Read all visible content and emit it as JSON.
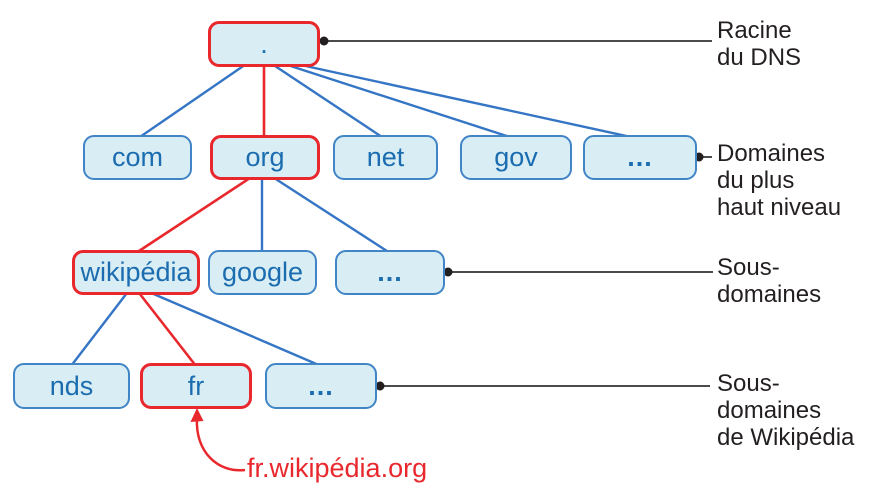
{
  "diagram": {
    "type": "dns-hierarchy-tree",
    "root": {
      "label": ".",
      "highlighted": true
    },
    "levels": {
      "tld": {
        "nodes": [
          {
            "label": "com",
            "highlighted": false
          },
          {
            "label": "org",
            "highlighted": true
          },
          {
            "label": "net",
            "highlighted": false
          },
          {
            "label": "gov",
            "highlighted": false
          },
          {
            "label": "...",
            "highlighted": false
          }
        ]
      },
      "subdomains": {
        "nodes": [
          {
            "label": "wikipédia",
            "highlighted": true
          },
          {
            "label": "google",
            "highlighted": false
          },
          {
            "label": "...",
            "highlighted": false
          }
        ]
      },
      "wikipedia_subdomains": {
        "nodes": [
          {
            "label": "nds",
            "highlighted": false
          },
          {
            "label": "fr",
            "highlighted": true
          },
          {
            "label": "...",
            "highlighted": false
          }
        ]
      }
    },
    "side_labels": {
      "racine": "Racine\ndu DNS",
      "tld": "Domaines\ndu plus\nhaut niveau",
      "subdomains": "Sous-\ndomaines",
      "wikipedia_subdomains": "Sous-\ndomaines\nde Wikipédia"
    },
    "annotation": "fr.wikipédia.org",
    "highlighted_path": [
      ".",
      "org",
      "wikipédia",
      "fr"
    ],
    "colors": {
      "highlight_red": "#e8282d",
      "node_fill": "#d8edf4",
      "node_border_blue": "#4285c6",
      "node_text_blue": "#1b6db0",
      "tree_line_blue": "#3575c5",
      "label_text": "#231f20",
      "connector_gray": "#4a4b4c"
    }
  }
}
